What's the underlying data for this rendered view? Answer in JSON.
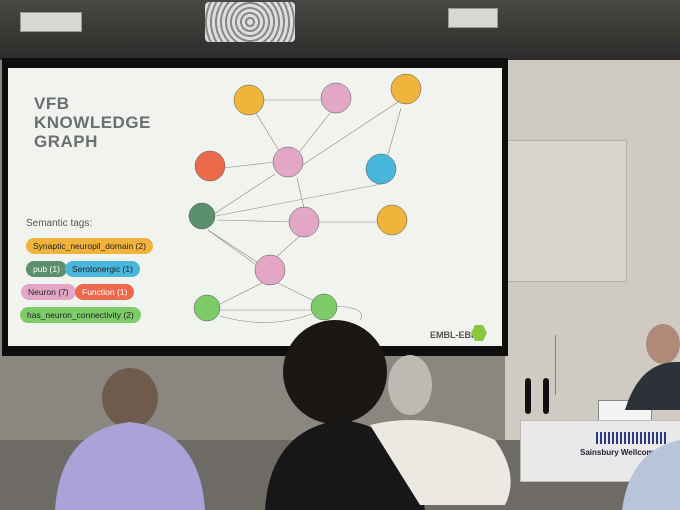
{
  "slide": {
    "title": "VFB KNOWLEDGE GRAPH",
    "tags_heading": "Semantic tags:",
    "tags": [
      {
        "label": "Synaptic_neuropil_domain (2)",
        "color": "#f0b43c"
      },
      {
        "label": "pub (1)",
        "color": "#5c8f6c"
      },
      {
        "label": "Serotonergic (1)",
        "color": "#49b6dc"
      },
      {
        "label": "Neuron (7)",
        "color": "#e3a6c4"
      },
      {
        "label": "Function (1)",
        "color": "#ec6a4c"
      },
      {
        "label": "has_neuron_connectivity (2)",
        "color": "#7ecb6a"
      }
    ],
    "brand": "EMBL-EBI",
    "brand_color": "#8cc63f"
  },
  "podium_label": "Sainsbury Wellcome"
}
